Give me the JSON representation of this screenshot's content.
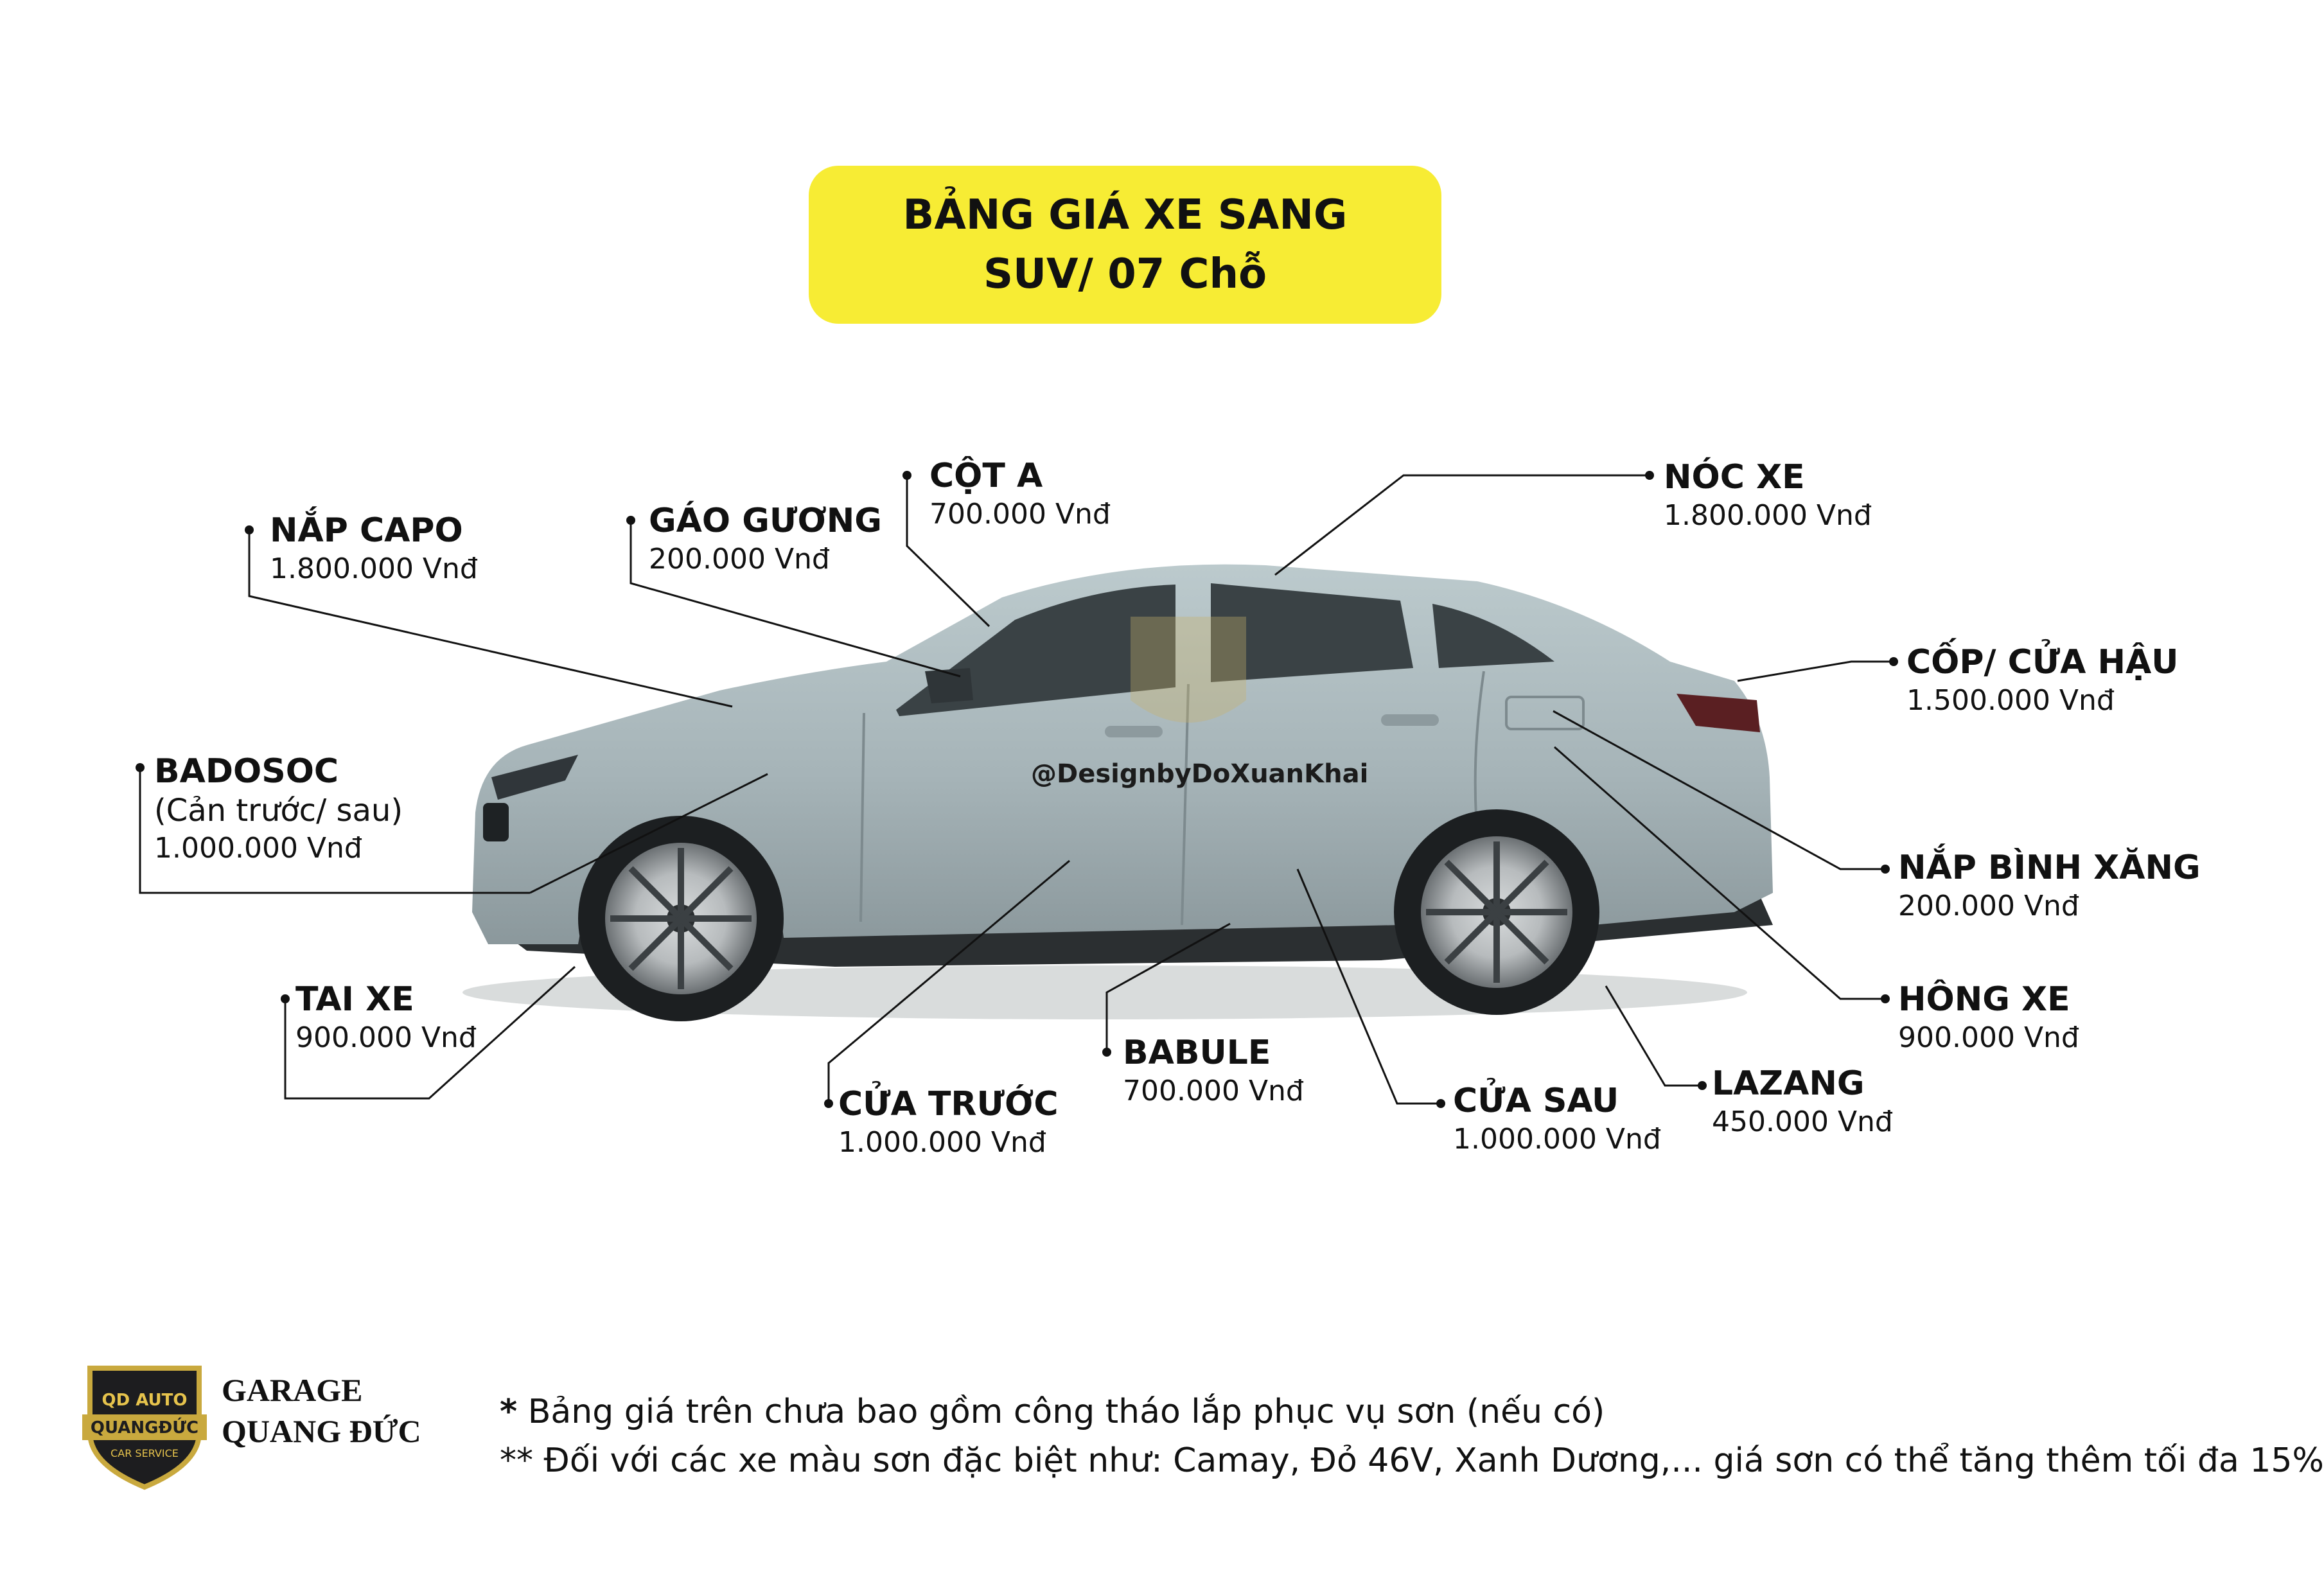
{
  "title": {
    "line1": "BẢNG GIÁ XE SANG",
    "line2": "SUV/ 07 Chỗ"
  },
  "watermark": "@DesignbyDoXuanKhai",
  "parts": {
    "nap_capo": {
      "name": "NẮP CAPO",
      "price": "1.800.000 Vnđ"
    },
    "gao_guong": {
      "name": "GÁO GƯƠNG",
      "price": "200.000 Vnđ"
    },
    "cot_a": {
      "name": "CỘT A",
      "price": "700.000 Vnđ"
    },
    "noc_xe": {
      "name": "NÓC XE",
      "price": "1.800.000 Vnđ"
    },
    "cop_cua_hau": {
      "name": "CỐP/ CỬA HẬU",
      "price": "1.500.000 Vnđ"
    },
    "badosoc": {
      "name": "BADOSOC",
      "sub": "(Cản trước/ sau)",
      "price": "1.000.000 Vnđ"
    },
    "nap_binh_xang": {
      "name": "NẮP BÌNH XĂNG",
      "price": "200.000 Vnđ"
    },
    "tai_xe": {
      "name": "TAI XE",
      "price": "900.000 Vnđ"
    },
    "hong_xe": {
      "name": "HÔNG XE",
      "price": "900.000 Vnđ"
    },
    "babule": {
      "name": "BABULE",
      "price": "700.000 Vnđ"
    },
    "cua_truoc": {
      "name": "CỬA TRƯỚC",
      "price": "1.000.000 Vnđ"
    },
    "cua_sau": {
      "name": "CỬA SAU",
      "price": "1.000.000 Vnđ"
    },
    "lazang": {
      "name": "LAZANG",
      "price": "450.000 Vnđ"
    }
  },
  "brand": {
    "line1": "GARAGE",
    "line2": "QUANG ĐỨC",
    "logo_text_top": "QD AUTO",
    "logo_text_main": "QUANGĐỨC",
    "logo_text_bottom": "CAR SERVICE"
  },
  "notes": {
    "note1_mark": "*",
    "note1": " Bảng giá trên chưa bao gồm công tháo lắp phục vụ sơn (nếu có)",
    "note2": "** Đối với các xe màu sơn đặc biệt như: Camay, Đỏ 46V, Xanh Dương,... giá sơn có thể tăng thêm tối đa 15%"
  },
  "colors": {
    "title_bg": "#f7ec34",
    "car_body": "#a9b7bb",
    "leader_line": "#111111"
  }
}
